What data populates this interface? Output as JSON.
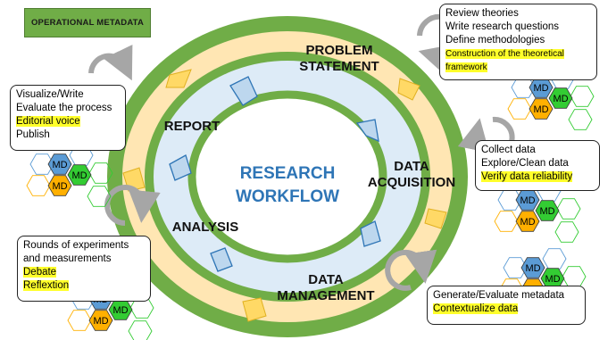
{
  "metadata_badge": {
    "label": "OPERATIONAL METADATA",
    "color": "#70ad47"
  },
  "center": {
    "line1": "RESEARCH",
    "line2": "WORKFLOW",
    "color": "#2e75b6"
  },
  "stages": {
    "problem_statement": {
      "line1": "PROBLEM",
      "line2": "STATEMENT"
    },
    "data_acquisition": {
      "line1": "DATA",
      "line2": "ACQUISITION"
    },
    "data_management": {
      "line1": "DATA",
      "line2": "MANAGEMENT"
    },
    "analysis": {
      "label": "ANALYSIS"
    },
    "report": {
      "label": "REPORT"
    }
  },
  "notes": {
    "problem": {
      "lines": [
        "Review theories",
        "Write research questions",
        "Define methodologies"
      ],
      "highlight1": "Construction of the theoretical",
      "highlight2": "framework"
    },
    "acquisition": {
      "lines": [
        "Collect data",
        "Explore/Clean data"
      ],
      "highlight1": "Verify data reliability"
    },
    "management": {
      "lines": [
        "Generate/Evaluate metadata"
      ],
      "highlight1": "Contextualize data"
    },
    "analysis": {
      "lines": [
        "Rounds of experiments",
        "and measurements"
      ],
      "highlight1": "Debate",
      "highlight2": "Reflextion"
    },
    "report": {
      "lines": [
        "Visualize/Write",
        "Evaluate the process"
      ],
      "highlight1": "Editorial voice",
      "lines_after": [
        "Publish"
      ]
    }
  },
  "md_label": "MD",
  "colors": {
    "ring_green": "#70ad47",
    "ring_cream": "#ffe6b3",
    "ring_blue": "#ddebf7",
    "chevron_blue": "#5b9bd5",
    "chevron_gold": "#ffd966",
    "md_blue": "#5b9bd5",
    "md_green": "#33cc33",
    "md_orange": "#ffb000",
    "highlight": "#ffff2a"
  }
}
